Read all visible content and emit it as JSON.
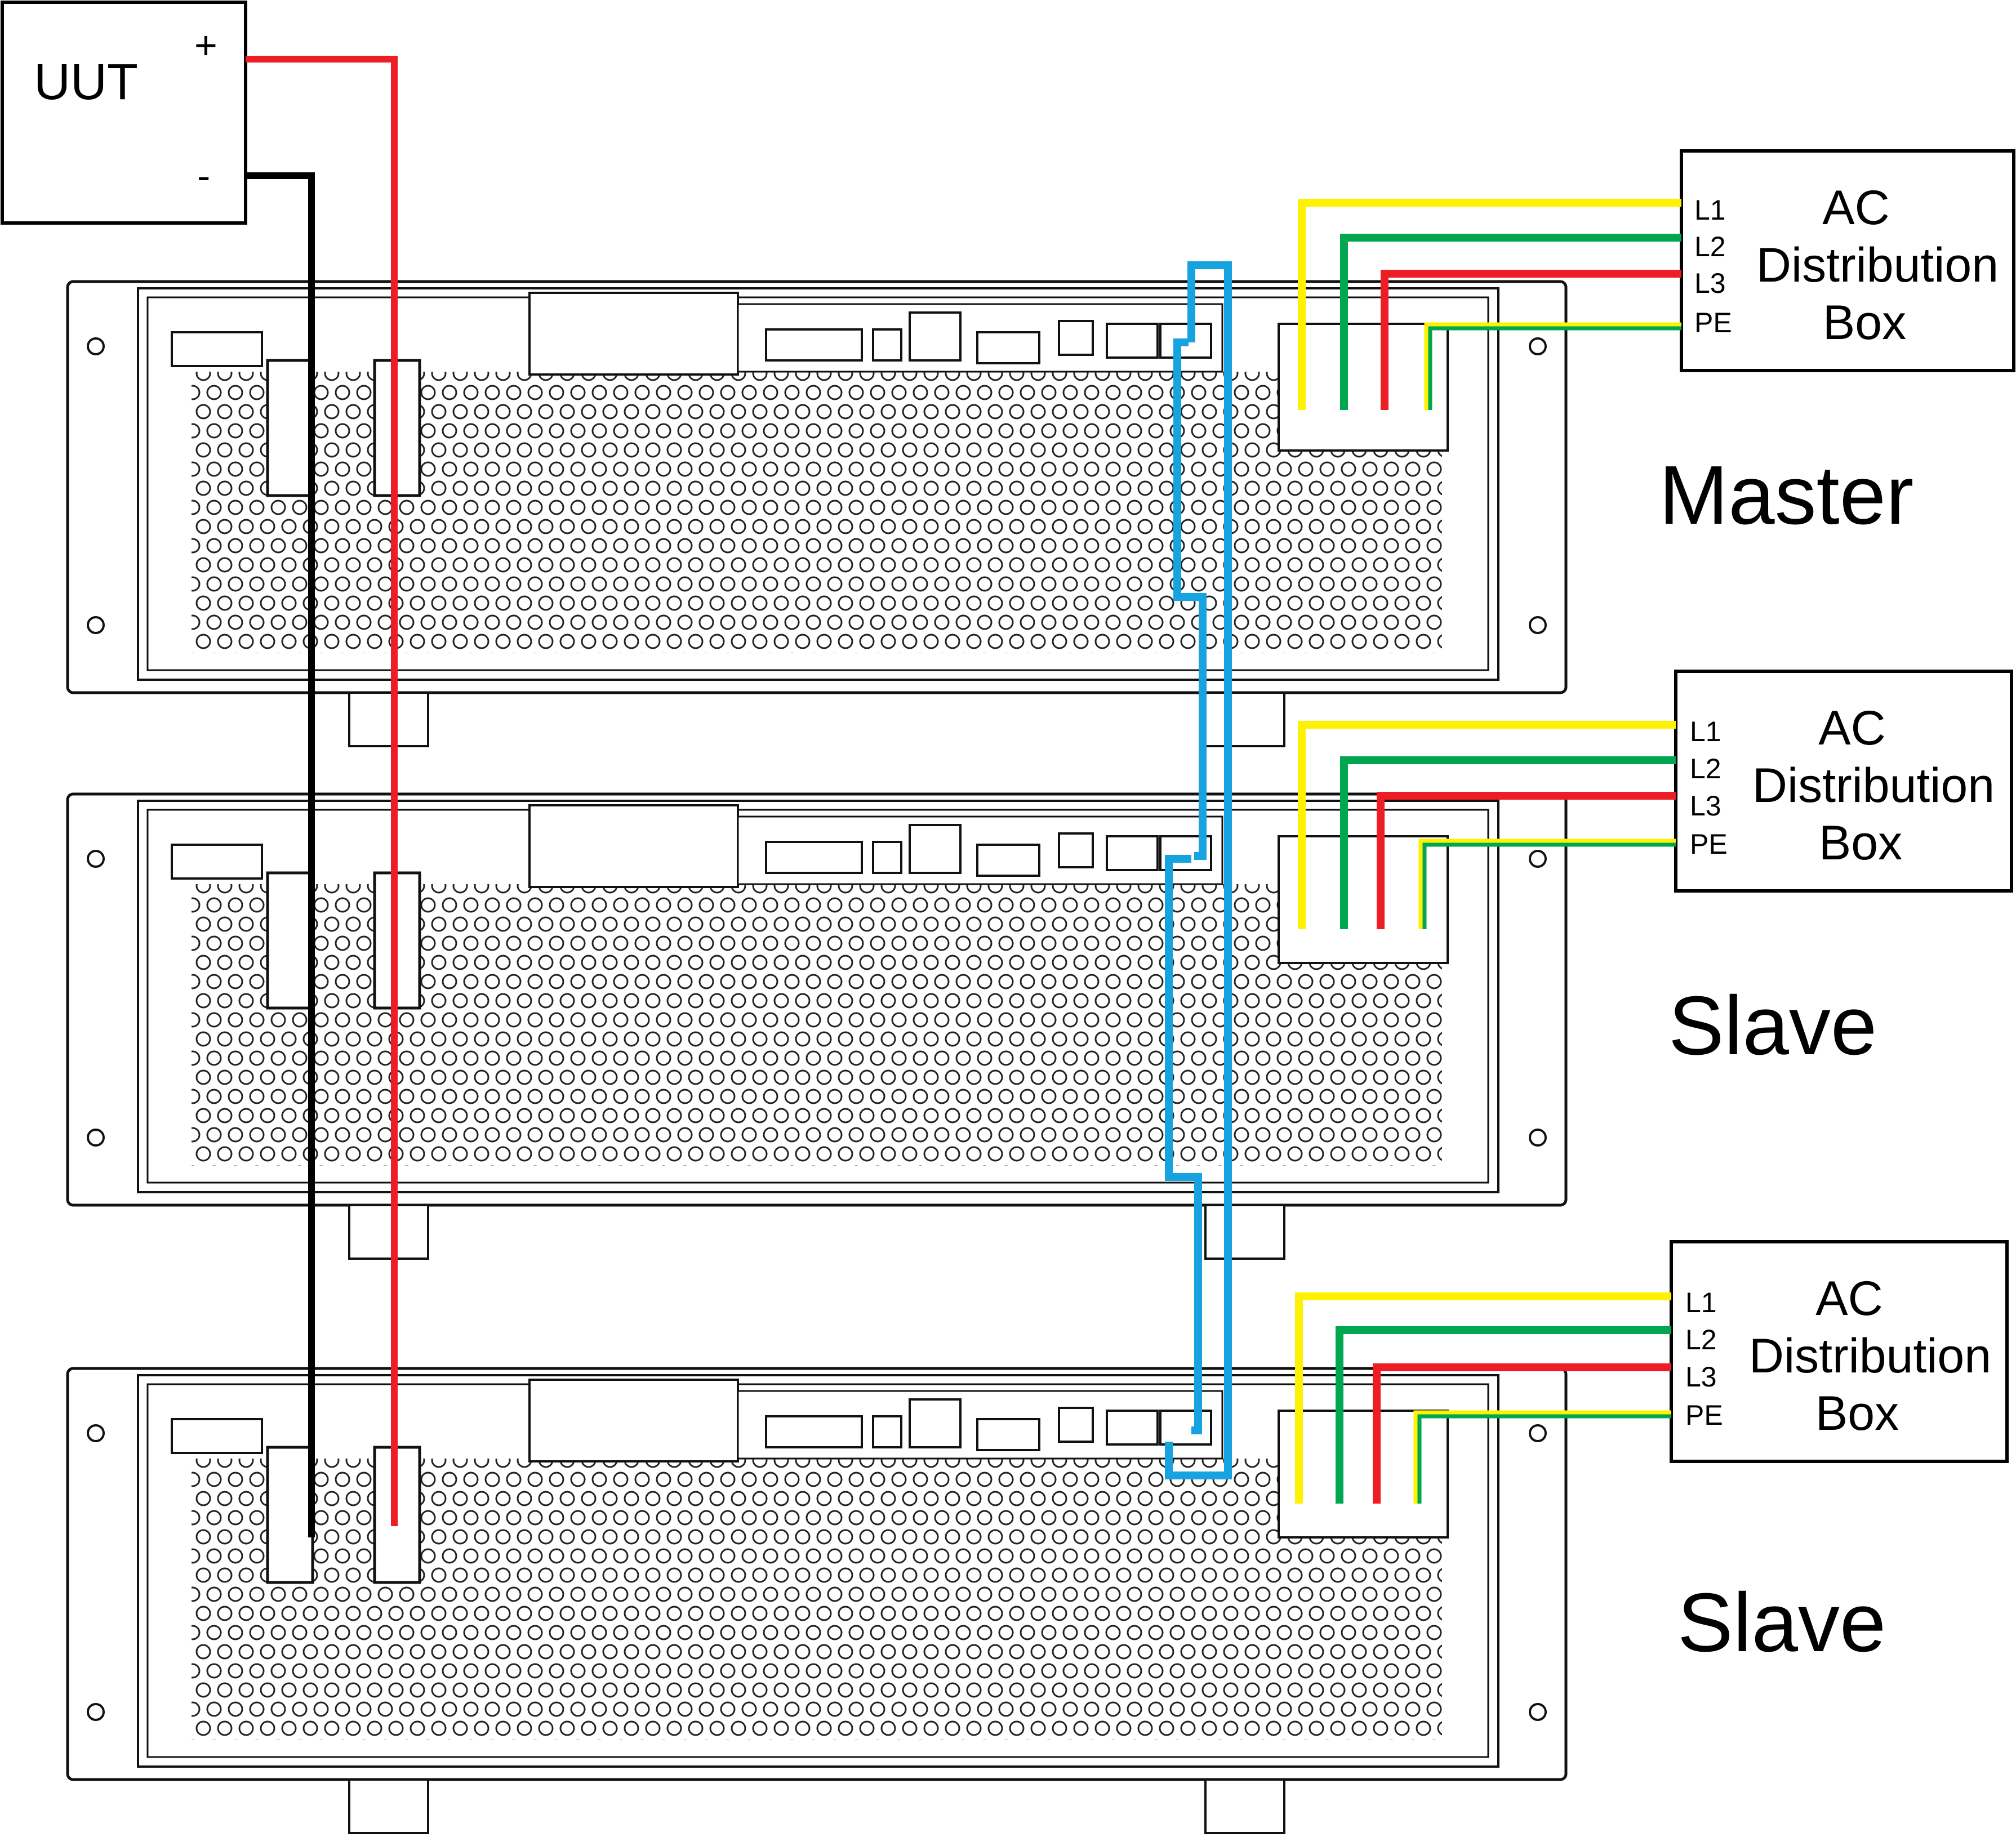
{
  "colors": {
    "positive": "#ee1c24",
    "negative": "#000000",
    "sync": "#17a3e0",
    "L1": "#fff200",
    "L2": "#00a650",
    "L3": "#ee1c24",
    "PE": [
      "#fff200",
      "#00a650"
    ]
  },
  "uut": {
    "label": "UUT",
    "plus": "+",
    "minus": "-"
  },
  "units": [
    {
      "role": "Master",
      "ac_box": {
        "title": [
          "AC",
          "Distribution",
          "Box"
        ],
        "phases": [
          "L1",
          "L2",
          "L3",
          "PE"
        ]
      }
    },
    {
      "role": "Slave",
      "ac_box": {
        "title": [
          "AC",
          "Distribution",
          "Box"
        ],
        "phases": [
          "L1",
          "L2",
          "L3",
          "PE"
        ]
      }
    },
    {
      "role": "Slave",
      "ac_box": {
        "title": [
          "AC",
          "Distribution",
          "Box"
        ],
        "phases": [
          "L1",
          "L2",
          "L3",
          "PE"
        ]
      }
    }
  ]
}
